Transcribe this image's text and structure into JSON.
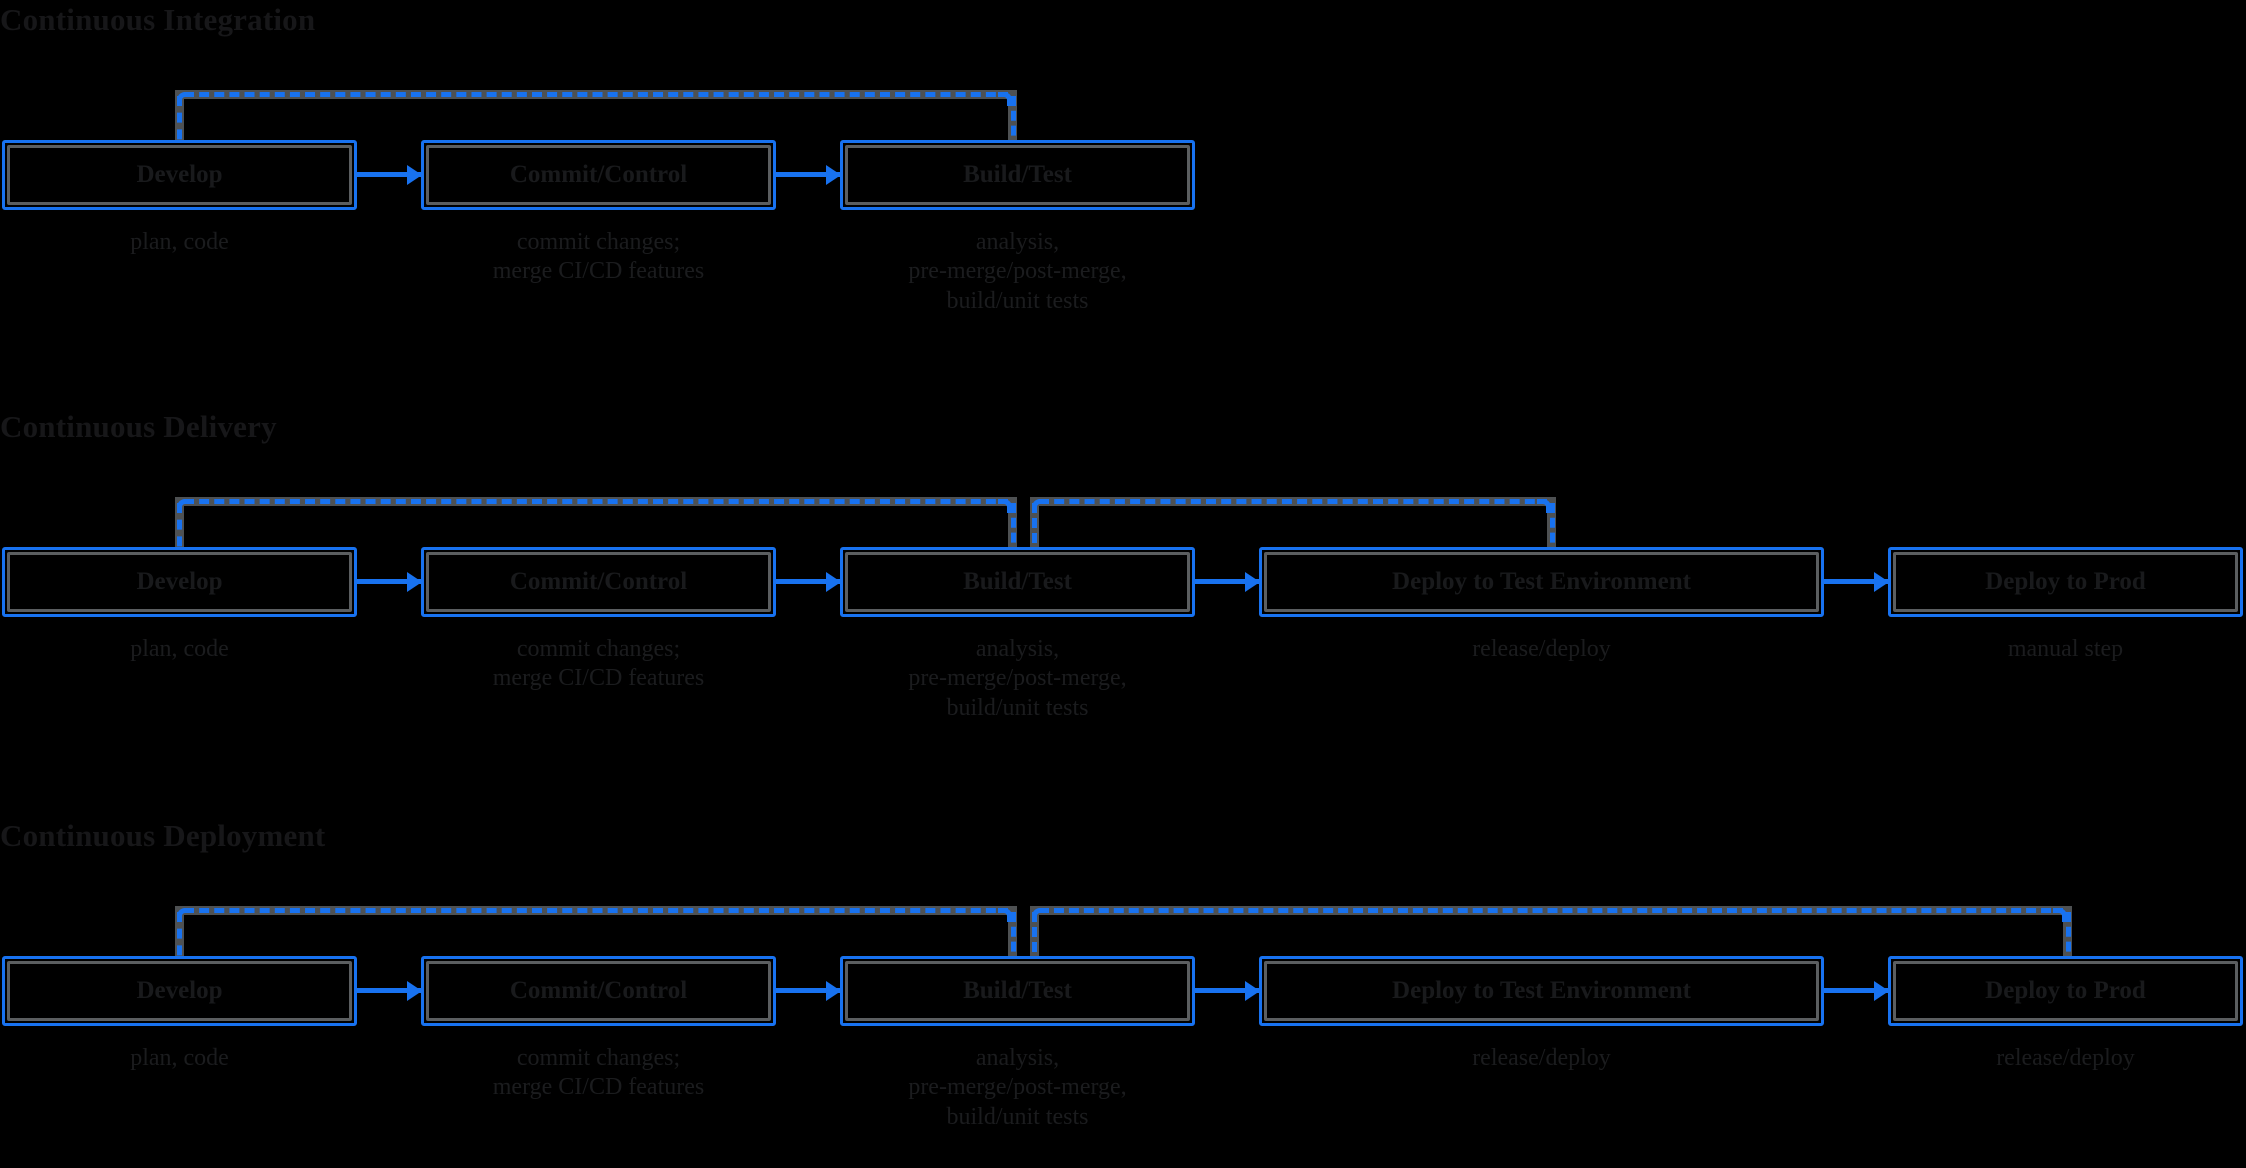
{
  "diagram": {
    "title": "Continuous Integration, Delivery and Deployment pipelines",
    "background_color": "#000000",
    "accent_color": "#1872f0",
    "frame_color": "#5b5e60",
    "text_color": "#191a1c"
  },
  "sections": [
    {
      "id": "continuous-integration",
      "heading": "Continuous Integration",
      "stages": [
        {
          "label": "Develop",
          "caption": "plan, code"
        },
        {
          "label": "Commit/Control",
          "caption": "commit changes;\nmerge CI/CD features"
        },
        {
          "label": "Build/Test",
          "caption": "analysis,\npre-merge/post-merge,\nbuild/unit tests"
        }
      ],
      "feedback_loop": {
        "from_stage_index": 2,
        "to_stage_index": 0,
        "style": "dashed",
        "direction": "right-to-left"
      }
    },
    {
      "id": "continuous-delivery",
      "heading": "Continuous Delivery",
      "stages": [
        {
          "label": "Develop",
          "caption": "plan, code"
        },
        {
          "label": "Commit/Control",
          "caption": "commit changes;\nmerge CI/CD features"
        },
        {
          "label": "Build/Test",
          "caption": "analysis,\npre-merge/post-merge,\nbuild/unit tests"
        },
        {
          "label": "Deploy to Test Environment",
          "caption": "release/deploy"
        },
        {
          "label": "Deploy to Prod",
          "caption": "manual step"
        }
      ],
      "feedback_loops": [
        {
          "from_stage_index": 2,
          "to_stage_index": 0,
          "style": "dashed",
          "direction": "right-to-left"
        },
        {
          "from_stage_index": 3,
          "to_stage_index": 2,
          "style": "dashed",
          "direction": "right-to-left"
        }
      ]
    },
    {
      "id": "continuous-deployment",
      "heading": "Continuous Deployment",
      "stages": [
        {
          "label": "Develop",
          "caption": "plan, code"
        },
        {
          "label": "Commit/Control",
          "caption": "commit changes;\nmerge CI/CD features"
        },
        {
          "label": "Build/Test",
          "caption": "analysis,\npre-merge/post-merge,\nbuild/unit tests"
        },
        {
          "label": "Deploy to Test Environment",
          "caption": "release/deploy"
        },
        {
          "label": "Deploy to Prod",
          "caption": "release/deploy"
        }
      ],
      "feedback_loops": [
        {
          "from_stage_index": 2,
          "to_stage_index": 0,
          "style": "dashed",
          "direction": "right-to-left"
        },
        {
          "from_stage_index": 4,
          "to_stage_index": 2,
          "style": "dashed",
          "direction": "right-to-left"
        }
      ]
    }
  ]
}
